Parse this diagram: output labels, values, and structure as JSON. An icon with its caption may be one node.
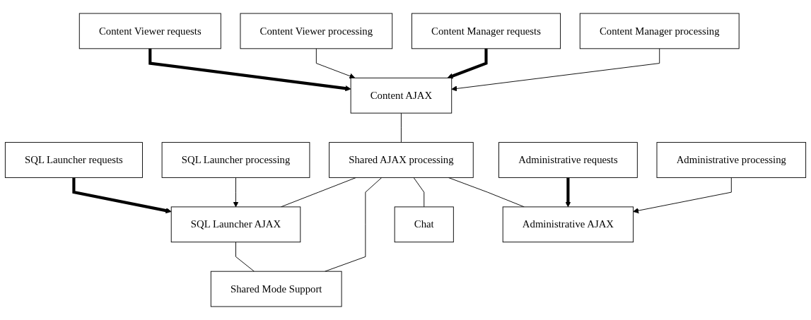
{
  "diagram": {
    "nodes": [
      {
        "text": [
          "Content Viewer requests"
        ]
      },
      {
        "text": [
          "Content AJAX"
        ]
      },
      {
        "text": [
          "Content Manager requests"
        ]
      },
      {
        "text": [
          "Content Viewer processing"
        ]
      },
      {
        "text": [
          "Content Manager processing"
        ]
      },
      {
        "text": [
          "Shared AJAX processing"
        ]
      },
      {
        "text": [
          "SQL Launcher requests"
        ]
      },
      {
        "text": [
          "SQL Launcher AJAX"
        ]
      },
      {
        "text": [
          "Administrative requests"
        ]
      },
      {
        "text": [
          "Administrative AJAX"
        ]
      },
      {
        "text": [
          "SQL Launcher processing"
        ]
      },
      {
        "text": [
          "Administrative processing"
        ]
      },
      {
        "text": [
          "Chat"
        ]
      },
      {
        "text": [
          "Shared Mode Support"
        ]
      }
    ],
    "edges": [
      {
        "from": 0,
        "to": 1,
        "arrow": "to",
        "style": "thick"
      },
      {
        "from": 3,
        "to": 1,
        "arrow": "to"
      },
      {
        "from": 2,
        "to": 1,
        "arrow": "to",
        "style": "thick"
      },
      {
        "from": 4,
        "to": 1,
        "arrow": "to"
      },
      {
        "from": 1,
        "to": 5,
        "arrow": "none"
      },
      {
        "from": 5,
        "to": 7,
        "arrow": "none"
      },
      {
        "from": 5,
        "to": 13,
        "arrow": "none"
      },
      {
        "from": 5,
        "to": 12,
        "arrow": "none"
      },
      {
        "from": 5,
        "to": 9,
        "arrow": "none"
      },
      {
        "from": 6,
        "to": 7,
        "arrow": "to",
        "style": "thick"
      },
      {
        "from": 10,
        "to": 7,
        "arrow": "to"
      },
      {
        "from": 7,
        "to": 13,
        "arrow": "none"
      },
      {
        "from": 8,
        "to": 9,
        "arrow": "to",
        "style": "thick"
      },
      {
        "from": 11,
        "to": 9,
        "arrow": "to"
      }
    ]
  }
}
